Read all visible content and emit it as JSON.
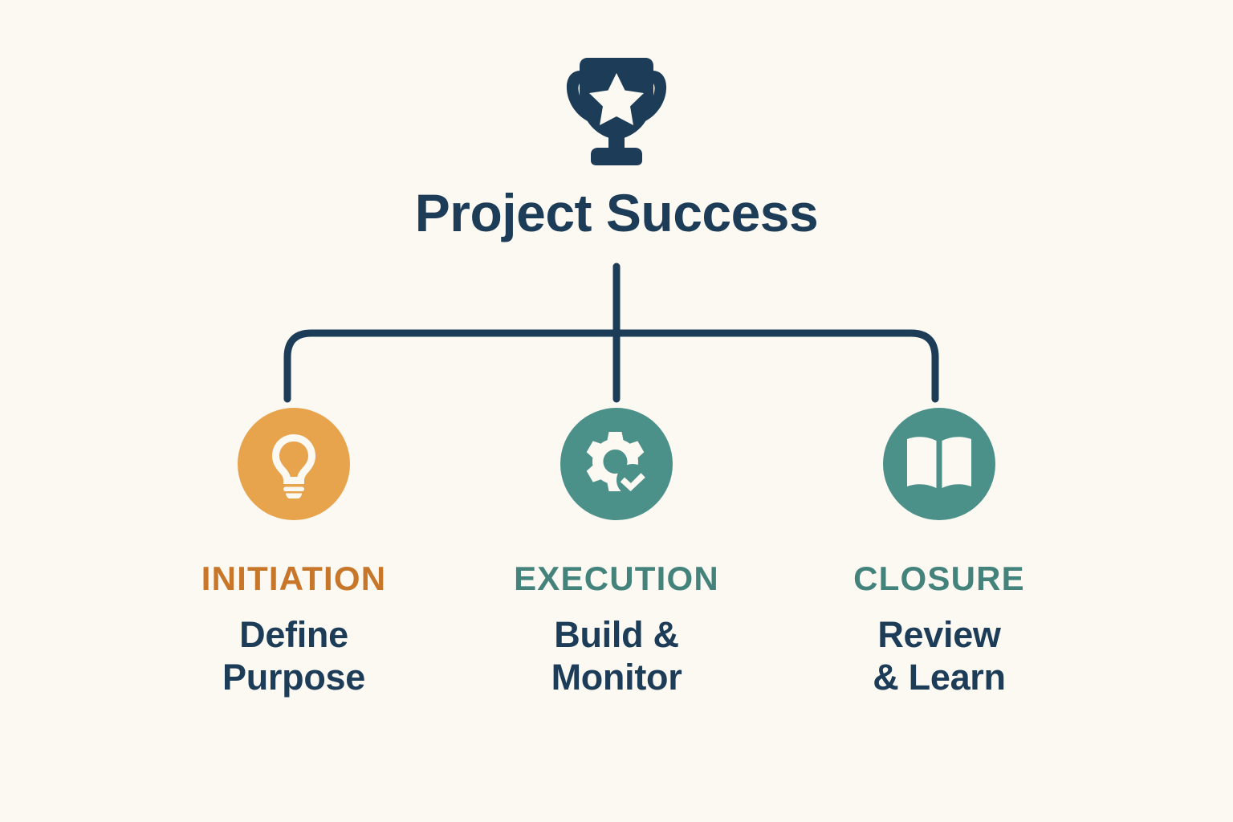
{
  "diagram": {
    "root": {
      "icon": "trophy-icon",
      "title": "Project Success"
    },
    "branches": [
      {
        "icon": "lightbulb-icon",
        "category": "INITIATION",
        "description_line1": "Define",
        "description_line2": "Purpose",
        "circle_color": "#e8a34d",
        "label_color": "#c8762a"
      },
      {
        "icon": "gear-check-icon",
        "category": "EXECUTION",
        "description_line1": "Build &",
        "description_line2": "Monitor",
        "circle_color": "#4c9189",
        "label_color": "#44837c"
      },
      {
        "icon": "open-book-icon",
        "category": "CLOSURE",
        "description_line1": "Review",
        "description_line2": "& Learn",
        "circle_color": "#4c9189",
        "label_color": "#44837c"
      }
    ],
    "colors": {
      "background": "#fbf9f2",
      "navy": "#1d3c58",
      "connector": "#1d3c58",
      "icon_fill": "#fbf9f2"
    }
  }
}
